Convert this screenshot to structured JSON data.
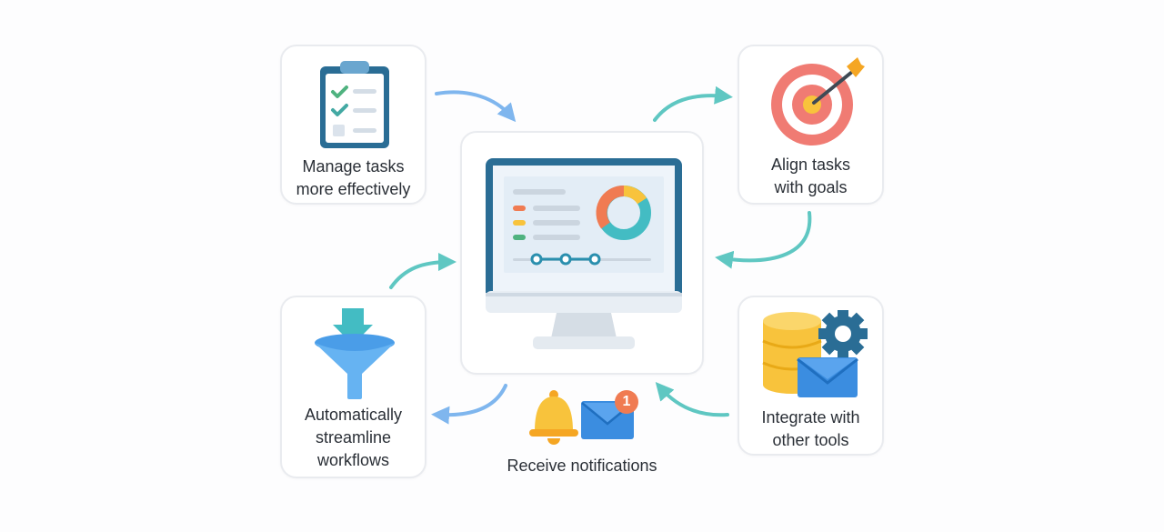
{
  "nodes": {
    "manage": {
      "line1": "Manage tasks",
      "line2": "more effectively"
    },
    "align": {
      "line1": "Align tasks",
      "line2": "with goals"
    },
    "streamline": {
      "line1": "Automatically",
      "line2": "streamline",
      "line3": "workflows"
    },
    "integrate": {
      "line1": "Integrate with",
      "line2": "other tools"
    },
    "notifications": {
      "label": "Receive notifications",
      "badge": "1"
    }
  },
  "icons": {
    "manage": "clipboard-checklist-icon",
    "align": "target-arrow-icon",
    "streamline": "funnel-icon",
    "integrate": "database-gear-mail-icon",
    "center": "monitor-dashboard-icon",
    "notifications": "bell-mail-icon"
  },
  "colors": {
    "arrow_blue": "#7fb6ee",
    "arrow_teal": "#5fc7c2",
    "monitor": "#2a6d95",
    "accent_orange": "#f07b52",
    "accent_yellow": "#f8c33c",
    "accent_teal": "#43bcc3",
    "accent_green": "#4fb27f"
  }
}
